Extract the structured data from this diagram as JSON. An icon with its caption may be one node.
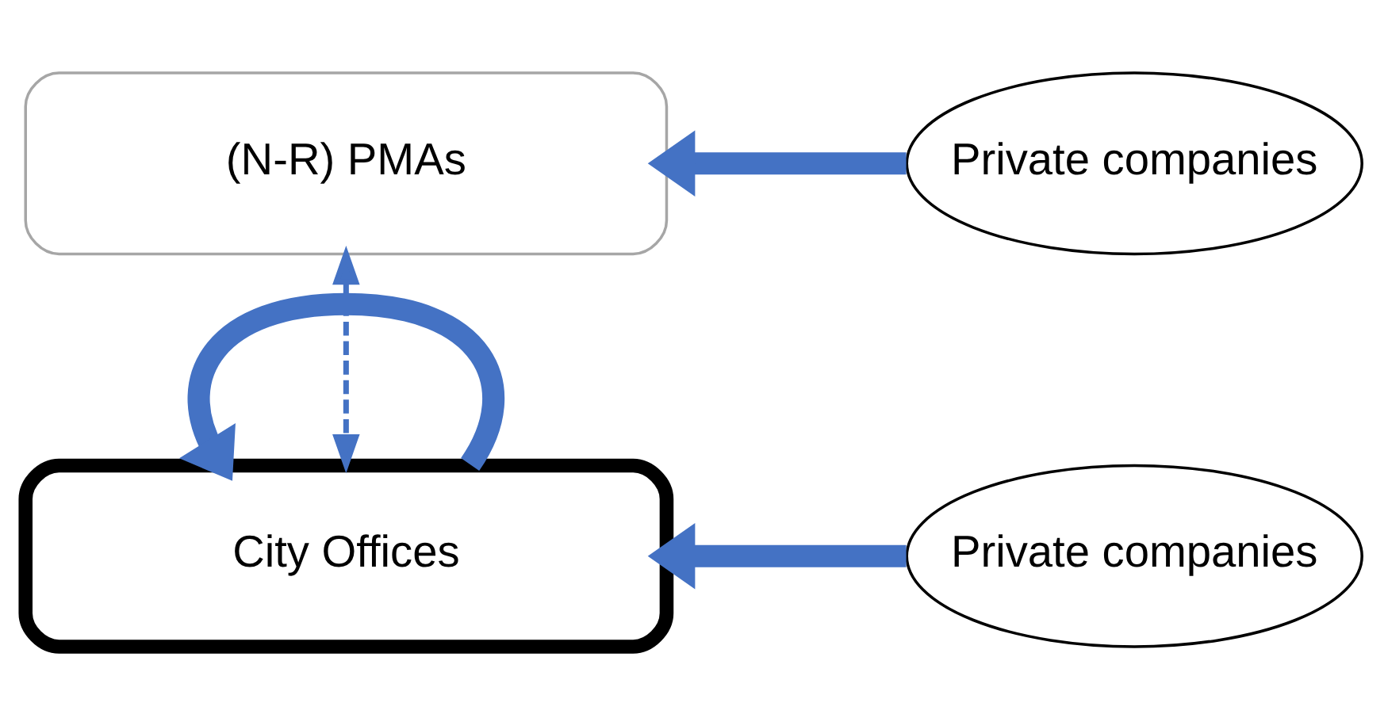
{
  "diagram": {
    "nodes": [
      {
        "text": [
          "(N-R) PMAs"
        ]
      },
      {
        "text": [
          "Private companies"
        ]
      },
      {
        "text": [
          "City Offices"
        ]
      },
      {
        "text": [
          "Private companies"
        ]
      }
    ],
    "edges": [
      {
        "from": 1,
        "to": 0,
        "arrow": "to"
      },
      {
        "from": 0,
        "to": 2,
        "arrow": "both",
        "style": "dashed"
      },
      {
        "from": 3,
        "to": 2,
        "arrow": "to"
      },
      {
        "from": 2,
        "to": 2,
        "arrow": "to"
      }
    ]
  }
}
